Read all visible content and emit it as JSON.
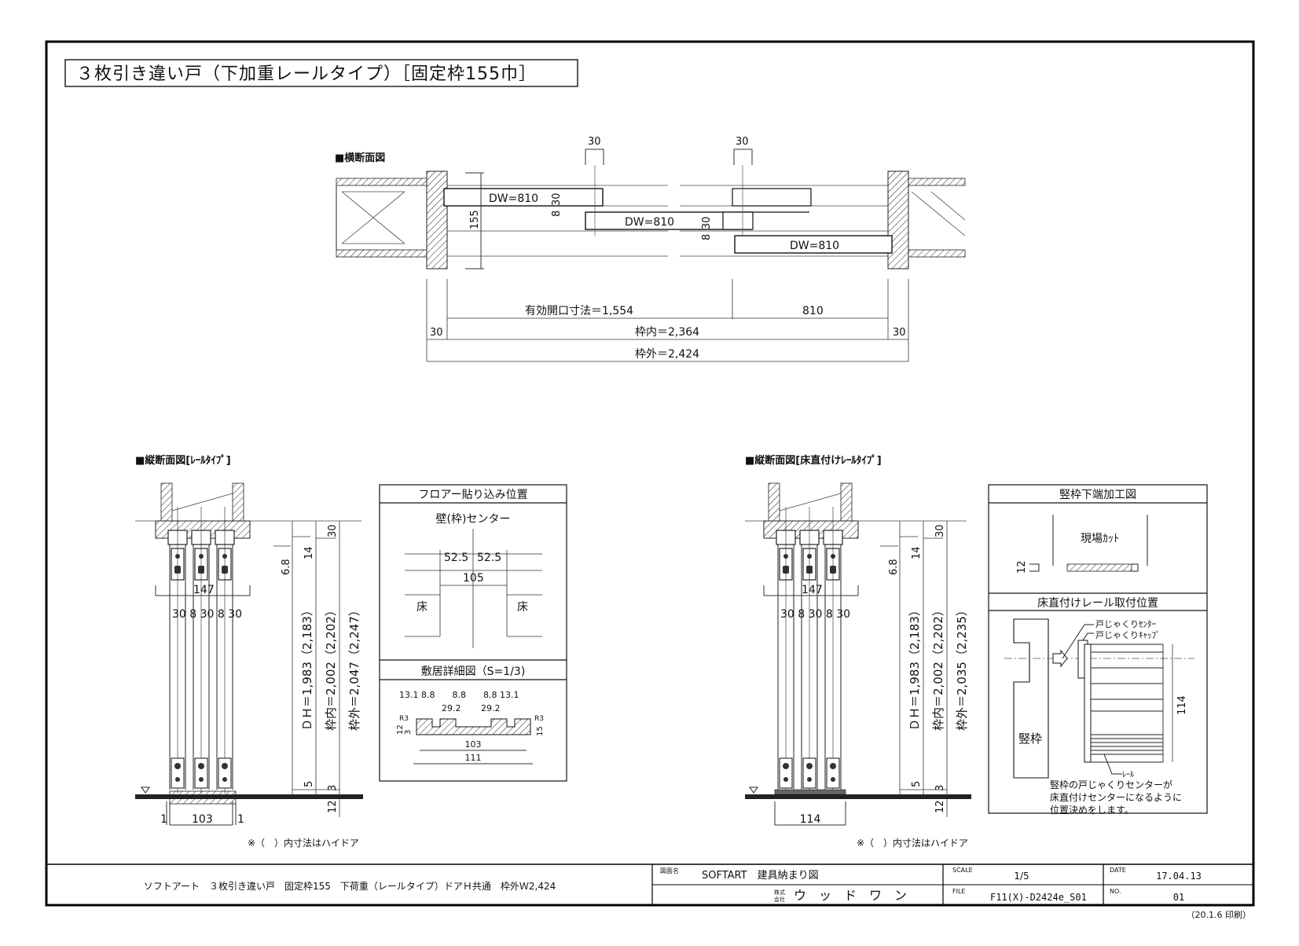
{
  "title": "３枚引き違い戸（下加重レールタイプ）［固定枠155巾］",
  "plan_section": {
    "heading": "■横断面図",
    "dim_30_left": "30",
    "dim_30_right": "30",
    "panel_1": "DW=810",
    "panel_2": "DW=810",
    "panel_3": "DW=810",
    "overlap_30a": "30",
    "overlap_8a": "8",
    "overlap_30b": "30",
    "overlap_8b": "8",
    "frame_width": "155",
    "effective_opening": "有効開口寸法＝1,554",
    "panel_dim": "810",
    "jamb_left": "30",
    "jamb_right": "30",
    "inner_frame": "枠内＝2,364",
    "outer_frame": "枠外＝2,424"
  },
  "left_section": {
    "heading": "■縦断面図[ﾚｰﾙﾀｲﾌﾟ]",
    "dim_147": "147",
    "gaps": "30 8 30 8 30",
    "dim_6_8": "6.8",
    "dim_14": "14",
    "dim_30": "30",
    "dh": "ＤＨ＝1,983（2,183）",
    "inner": "枠内＝2,002（2,202）",
    "outer": "枠外＝2,047（2,247）",
    "dim_5": "5",
    "dim_3": "3",
    "dim_12": "12",
    "bottom_1a": "1",
    "bottom_103": "103",
    "bottom_1b": "1",
    "note": "※（　）内寸法はハイドア"
  },
  "floor_box": {
    "title": "フロアー貼り込み位置",
    "subtitle": "壁(枠)センター",
    "d1": "52.5",
    "d2": "52.5",
    "d3": "105",
    "floor_left": "床",
    "floor_right": "床"
  },
  "sill_box": {
    "title": "敷居詳細図（S=1/3)",
    "top_dims": "13.1 8.8　　8.8　　8.8 13.1",
    "dim_a": "29.2",
    "dim_b": "29.2",
    "r3a": "R3",
    "r3b": "R3",
    "h12": "12",
    "h3": "3",
    "h15": "15",
    "w103": "103",
    "w111": "111"
  },
  "right_section": {
    "heading": "■縦断面図[床直付けﾚｰﾙﾀｲﾌﾟ]",
    "dim_147": "147",
    "gaps": "30 8 30 8 30",
    "dim_6_8": "6.8",
    "dim_14": "14",
    "dim_30": "30",
    "dh": "ＤＨ＝1,983（2,183）",
    "inner": "枠内＝2,002（2,202）",
    "outer": "枠外＝2,035（2,235）",
    "dim_5": "5",
    "dim_3": "3",
    "dim_12": "12",
    "bottom_114": "114",
    "note": "※（　）内寸法はハイドア"
  },
  "jamb_box": {
    "title": "竪枠下端加工図",
    "cut_label": "現場ｶｯﾄ",
    "h12": "12"
  },
  "rail_box": {
    "title": "床直付けレール取付位置",
    "label_center": "戸じゃくりｾﾝﾀｰ",
    "label_cap": "戸じゃくりｷｬｯﾌﾟ",
    "dim_114": "114",
    "jamb_label": "竪枠",
    "rail_label": "ﾚｰﾙ",
    "note_1": "竪枠の戸じゃくりセンターが",
    "note_2": "床直付けセンターになるように",
    "note_3": "位置決めをします。"
  },
  "title_block": {
    "description": "ソフトアート　３枚引き違い戸　固定枠155　下荷重（レールタイプ）ドアＨ共通　枠外Ｗ2,424",
    "drawing_label": "図面名",
    "drawing_name": "SOFTART　建具納まり図",
    "company_prefix_1": "株式",
    "company_prefix_2": "会社",
    "company": "ウ　ッ　ド　ワ　ン",
    "scale_label": "SCALE",
    "scale": "1/5",
    "file_label": "FILE",
    "file": "F11(X)-D2424e_S01",
    "date_label": "DATE",
    "date": "17.04.13",
    "no_label": "NO.",
    "no": "01",
    "printed": "（20.1.6 印刷）"
  }
}
